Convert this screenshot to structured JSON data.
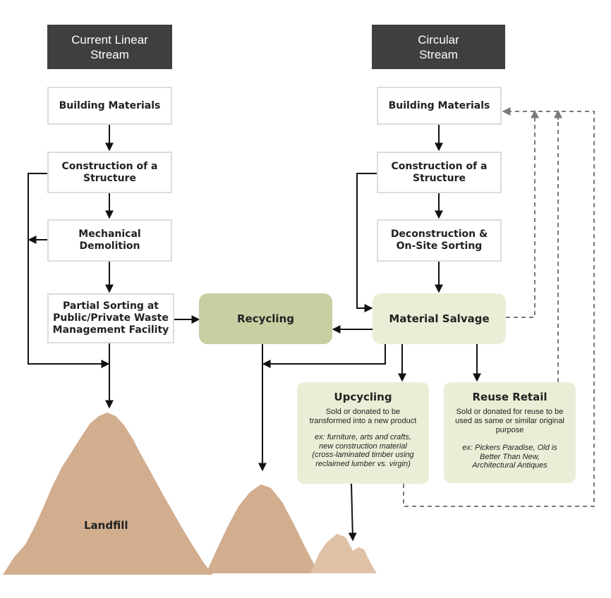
{
  "headers": {
    "linear": "Current Linear\nStream",
    "circular": "Circular\nStream"
  },
  "linear": {
    "building_materials": "Building Materials",
    "construction": "Construction of a\nStructure",
    "demolition": "Mechanical\nDemolition",
    "sorting": "Partial Sorting at\nPublic/Private Waste\nManagement Facility"
  },
  "circular": {
    "building_materials": "Building Materials",
    "construction": "Construction of a\nStructure",
    "deconstruction": "Deconstruction &\nOn-Site Sorting",
    "salvage": "Material Salvage"
  },
  "recycling": "Recycling",
  "upcycling": {
    "title": "Upcycling",
    "desc": "Sold or donated to be\ntransformed into a new product",
    "example": "ex: furniture, arts and crafts,\nnew construction material\n(cross-laminated timber using\nreclaimed lumber vs. virgin)"
  },
  "reuse": {
    "title": "Reuse Retail",
    "desc": "Sold or donated for reuse to be\nused as same or similar original\npurpose",
    "example": "ex: Pickers Paradise, Old is\nBetter Than New,\nArchitectural Antiques"
  },
  "landfill": "Landfill",
  "colors": {
    "header_bg": "#403f3d",
    "recycling_fill": "#c6d0a3",
    "salvage_fill": "#e9efd6",
    "mound": "#d2ad8e",
    "arrow": "#111111",
    "dashed": "#7a7a7a"
  }
}
